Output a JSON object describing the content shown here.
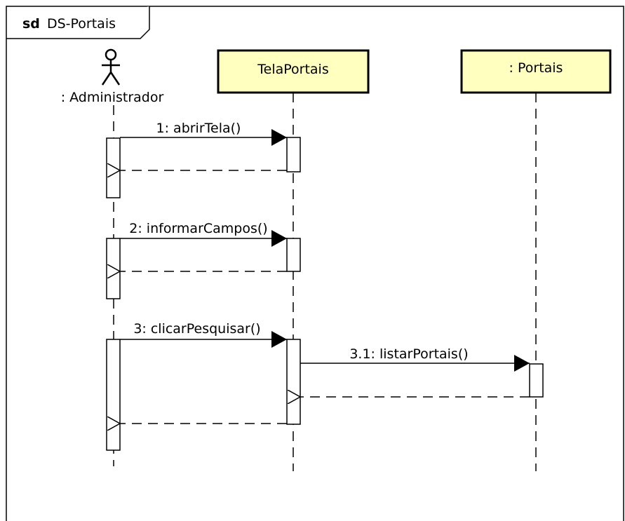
{
  "frame": {
    "keyword": "sd",
    "name": "DS-Portais"
  },
  "actor": {
    "label": ": Administrador"
  },
  "lifelines": [
    {
      "label": "TelaPortais"
    },
    {
      "label": ": Portais"
    }
  ],
  "messages": [
    {
      "label": "1: abrirTela()"
    },
    {
      "label": "2: informarCampos()"
    },
    {
      "label": "3: clicarPesquisar()"
    },
    {
      "label": "3.1: listarPortais()"
    }
  ],
  "colors": {
    "lifeline_box_fill": "#ffffc0",
    "stroke": "#000000",
    "background": "#ffffff"
  }
}
